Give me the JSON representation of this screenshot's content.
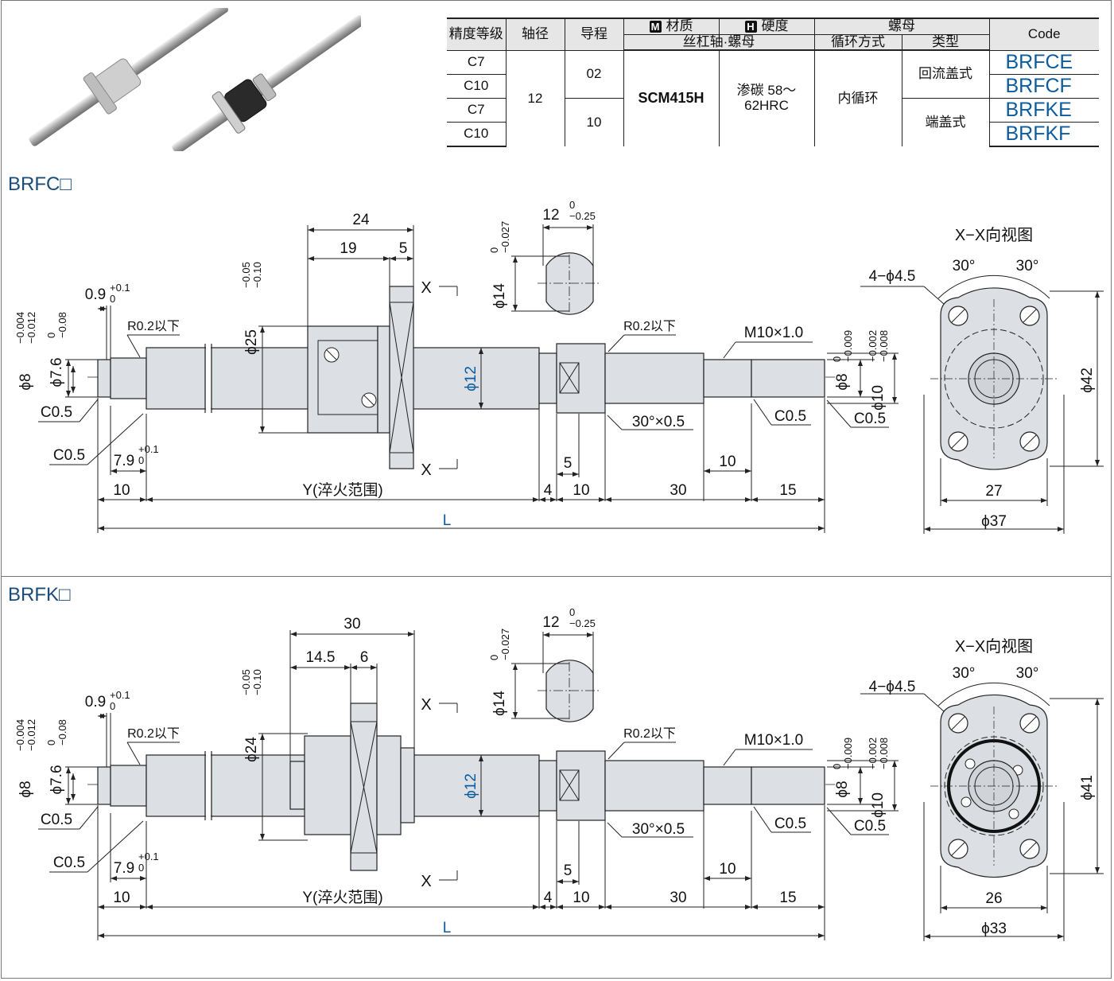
{
  "table": {
    "headers": {
      "accuracy": "精度等级",
      "shaft_dia": "轴径",
      "lead": "导程",
      "material_mark": "M",
      "material": "材质",
      "hardness_mark": "H",
      "hardness": "硬度",
      "nut": "螺母",
      "code": "Code",
      "material_sub": "丝杠轴·螺母",
      "circulation": "循环方式",
      "type": "类型"
    },
    "accuracy": [
      "C7",
      "C10",
      "C7",
      "C10"
    ],
    "shaft_dia": "12",
    "leads": [
      "02",
      "10"
    ],
    "material": "SCM415H",
    "hardness": "渗碳 58～62HRC",
    "circulation": "内循环",
    "types": [
      "回流盖式",
      "端盖式"
    ],
    "codes": [
      "BRFCE",
      "BRFCF",
      "BRFKE",
      "BRFKF"
    ]
  },
  "sections": [
    {
      "title": "BRFC□",
      "dims": {
        "d_pilot": "ϕ8",
        "d_pilot_tol_up": "−0.004",
        "d_pilot_tol_lo": "−0.012",
        "d_groove": "ϕ7.6",
        "d_groove_tol_up": "0",
        "d_groove_tol_lo": "−0.08",
        "groove_w": "0.9",
        "groove_w_up": "+0.1",
        "groove_w_lo": "0",
        "r_note": "R0.2以下",
        "c05": "C0.5",
        "len_79": "7.9",
        "len_79_up": "+0.1",
        "len_79_lo": "0",
        "nut_len": "24",
        "nut_a": "19",
        "nut_b": "5",
        "flange_d": "ϕ25",
        "flange_d_up": "−0.05",
        "flange_d_lo": "−0.10",
        "shaft_d": "ϕ12",
        "section_w": "12",
        "section_w_up": "0",
        "section_w_lo": "−0.25",
        "section_d": "ϕ14",
        "section_d_up": "0",
        "section_d_lo": "−0.027",
        "chamfer": "30°×0.5",
        "thread": "M10×1.0",
        "end_d1": "ϕ8",
        "end_d1_up": "0",
        "end_d1_lo": "−0.009",
        "end_d2": "ϕ10",
        "end_d2_up": "−0.002",
        "end_d2_lo": "−0.008",
        "len_10a": "10",
        "len_y": "Y(淬火范围)",
        "len_4": "4",
        "len_10b": "10",
        "len_30": "30",
        "len_15": "15",
        "len_5": "5",
        "len_10c": "10",
        "len_L": "L",
        "x_label": "X",
        "view_title": "X−X向视图",
        "holes": "4−ϕ4.5",
        "angle1": "30°",
        "angle2": "30°",
        "height": "ϕ42",
        "width": "27",
        "outer": "ϕ37"
      }
    },
    {
      "title": "BRFK□",
      "dims": {
        "d_pilot": "ϕ8",
        "d_pilot_tol_up": "−0.004",
        "d_pilot_tol_lo": "−0.012",
        "d_groove": "ϕ7.6",
        "d_groove_tol_up": "0",
        "d_groove_tol_lo": "−0.08",
        "groove_w": "0.9",
        "groove_w_up": "+0.1",
        "groove_w_lo": "0",
        "r_note": "R0.2以下",
        "c05": "C0.5",
        "len_79": "7.9",
        "len_79_up": "+0.1",
        "len_79_lo": "0",
        "nut_len": "30",
        "nut_a": "14.5",
        "nut_b": "6",
        "flange_d": "ϕ24",
        "flange_d_up": "−0.05",
        "flange_d_lo": "−0.10",
        "shaft_d": "ϕ12",
        "section_w": "12",
        "section_w_up": "0",
        "section_w_lo": "−0.25",
        "section_d": "ϕ14",
        "section_d_up": "0",
        "section_d_lo": "−0.027",
        "chamfer": "30°×0.5",
        "thread": "M10×1.0",
        "end_d1": "ϕ8",
        "end_d1_up": "0",
        "end_d1_lo": "−0.009",
        "end_d2": "ϕ10",
        "end_d2_up": "−0.002",
        "end_d2_lo": "−0.008",
        "len_10a": "10",
        "len_y": "Y(淬火范围)",
        "len_4": "4",
        "len_10b": "10",
        "len_30": "30",
        "len_15": "15",
        "len_5": "5",
        "len_10c": "10",
        "len_L": "L",
        "x_label": "X",
        "view_title": "X−X向视图",
        "holes": "4−ϕ4.5",
        "angle1": "30°",
        "angle2": "30°",
        "height": "ϕ41",
        "width": "26",
        "outer": "ϕ33"
      }
    }
  ],
  "colors": {
    "accent": "#0b5c9e",
    "title": "#1b4b7a",
    "part_fill": "#dcdfe3"
  }
}
